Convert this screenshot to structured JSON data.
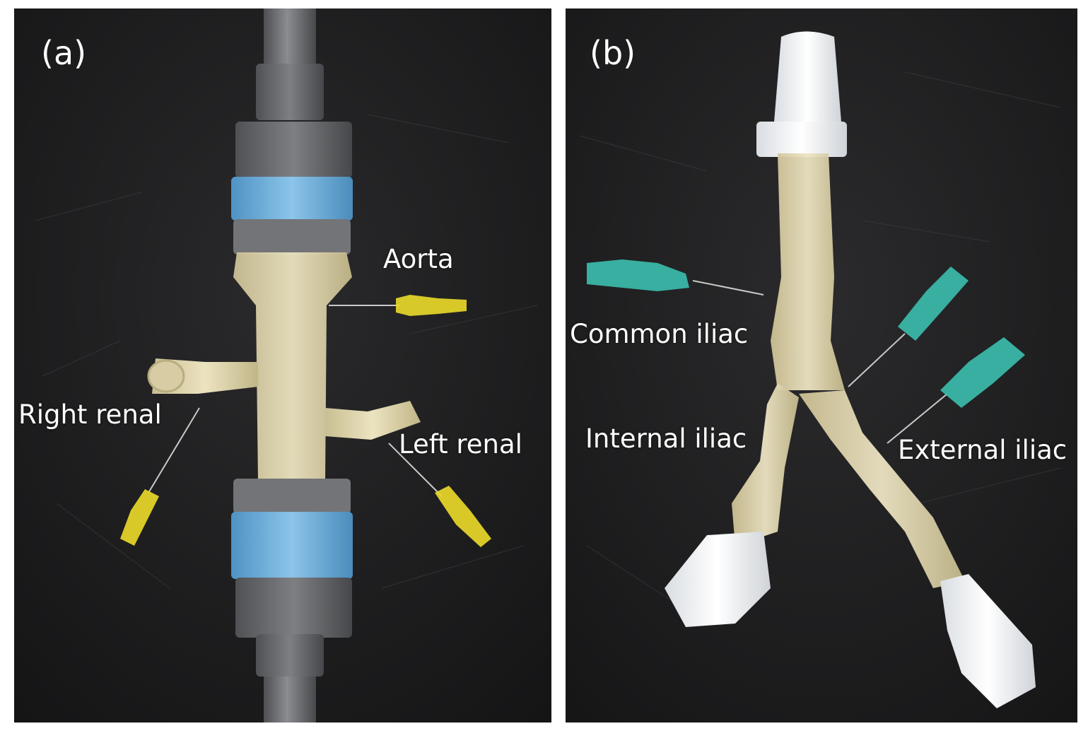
{
  "panel_a": {
    "label": "(a)",
    "annotations": {
      "aorta": "Aorta",
      "right_renal": "Right renal",
      "left_renal": "Left renal"
    },
    "needle_hub_color": "#e8d82a"
  },
  "panel_b": {
    "label": "(b)",
    "annotations": {
      "common_iliac": "Common iliac",
      "internal_iliac": "Internal iliac",
      "external_iliac": "External iliac"
    },
    "needle_hub_color": "#3bbfae"
  },
  "colors": {
    "background": "#1c1c1e",
    "pipe": "#6f7073",
    "tape": "#6fb2de",
    "silicone": "#e6dcb4",
    "connector": "#f1f3f5"
  }
}
